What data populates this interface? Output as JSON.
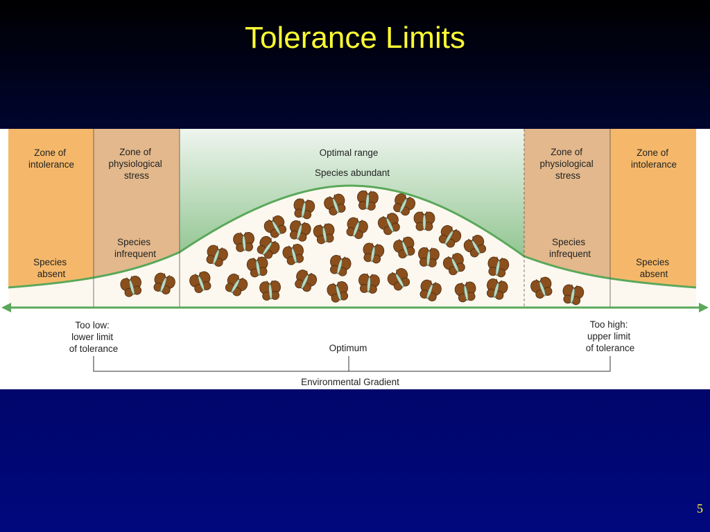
{
  "slide": {
    "title": "Tolerance Limits",
    "number": "5"
  },
  "zones": {
    "left_intolerance": {
      "title": [
        "Zone of",
        "intolerance"
      ],
      "status": [
        "Species",
        "absent"
      ]
    },
    "left_stress": {
      "title": [
        "Zone of",
        "physiological",
        "stress"
      ],
      "status": [
        "Species",
        "infrequent"
      ]
    },
    "optimal": {
      "title": "Optimal range",
      "status": "Species abundant"
    },
    "right_stress": {
      "title": [
        "Zone of",
        "physiological",
        "stress"
      ],
      "status": [
        "Species",
        "infrequent"
      ]
    },
    "right_intolerance": {
      "title": [
        "Zone of",
        "intolerance"
      ],
      "status": [
        "Species",
        "absent"
      ]
    }
  },
  "gradient": {
    "low": [
      "Too low:",
      "lower limit",
      "of tolerance"
    ],
    "optimum": "Optimum",
    "high": [
      "Too high:",
      "upper limit",
      "of tolerance"
    ],
    "label": "Environmental Gradient"
  },
  "colors": {
    "intolerance": "#f5b86a",
    "stress": "#e2b88c",
    "optimal_top": "#eef5ee",
    "optimal_bottom": "#6db26d",
    "curve": "#5aa85a",
    "population_fill": "#fdf8ef",
    "butterfly_wing": "#8a4f1c",
    "butterfly_body": "#b8d9c2",
    "arrow": "#5aa85a"
  },
  "icons": {
    "organism": "butterfly-icon"
  }
}
